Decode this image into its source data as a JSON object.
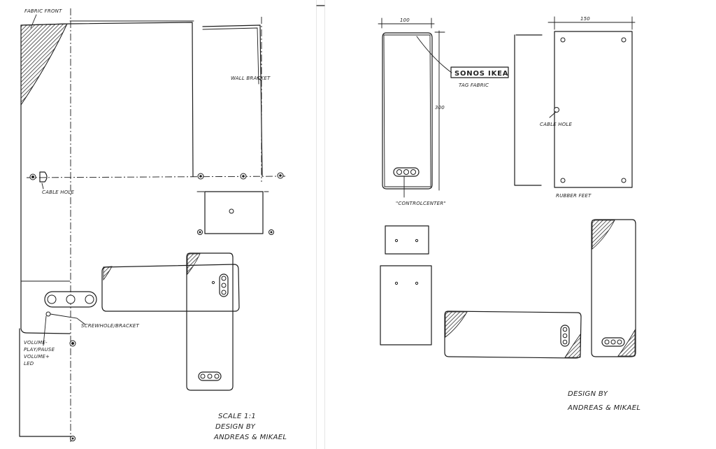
{
  "left_sheet": {
    "labels": {
      "fabric_front": "FABRIC FRONT",
      "wall_bracket": "WALL BRACKET",
      "cable_hole": "CABLE HOLE",
      "screwhole_bracket": "SCREWHOLE/BRACKET",
      "volume": "VOLUME-",
      "play_pause": "PLAY/PAUSE",
      "volume_plus": "VOLUME+",
      "led": "LED"
    },
    "footer": {
      "scale": "SCALE 1:1",
      "design_by": "DESIGN BY",
      "authors": "ANDREAS & MIKAEL"
    }
  },
  "right_sheet": {
    "labels": {
      "dim_width_front": "100",
      "dim_height": "300",
      "dim_width_back": "150",
      "brand_tag": "SONOS IKEA",
      "tag_fabric": "TAG FABRIC",
      "controlcenter": "\"CONTROLCENTER\"",
      "cable_hole": "CABLE HOLE",
      "rubber_feet": "RUBBER FEET"
    },
    "footer": {
      "design_by": "DESIGN BY",
      "authors": "ANDREAS & MIKAEL"
    }
  },
  "colors": {
    "paper": "#ffffff",
    "ink": "#1c1c1c"
  }
}
